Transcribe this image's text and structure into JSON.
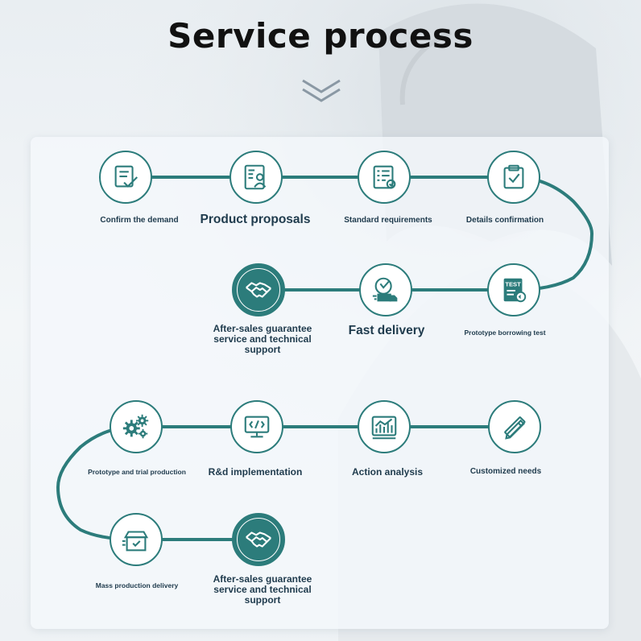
{
  "page": {
    "title": "Service process",
    "accent_color": "#2c7c7b"
  },
  "steps_top": [
    {
      "label": "Confirm the demand",
      "icon": "form-check-icon"
    },
    {
      "label": "Product proposals",
      "icon": "id-document-icon"
    },
    {
      "label": "Standard requirements",
      "icon": "checklist-icon"
    },
    {
      "label": "Details confirmation",
      "icon": "clipboard-check-icon"
    },
    {
      "label": "Prototype borrowing test",
      "icon": "test-sheet-icon"
    },
    {
      "label": "Fast delivery",
      "icon": "delivery-truck-icon"
    },
    {
      "label": "After-sales guarantee service and technical support",
      "icon": "handshake-icon"
    }
  ],
  "steps_bottom": [
    {
      "label": "Customized needs",
      "icon": "pencil-ruler-icon"
    },
    {
      "label": "Action analysis",
      "icon": "analytics-chart-icon"
    },
    {
      "label": "R&d implementation",
      "icon": "code-monitor-icon"
    },
    {
      "label": "Prototype and trial production",
      "icon": "gears-icon"
    },
    {
      "label": "Mass production delivery",
      "icon": "box-delivery-icon"
    },
    {
      "label": "After-sales guarantee service and technical support",
      "icon": "handshake-icon"
    }
  ]
}
